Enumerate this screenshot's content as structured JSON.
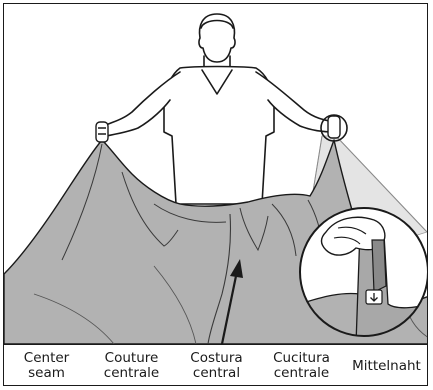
{
  "labels": {
    "en": {
      "line1": "Center",
      "line2": "seam"
    },
    "fr": {
      "line1": "Couture",
      "line2": "centrale"
    },
    "it": {
      "line1": "Costura",
      "line2": "central"
    },
    "it2": {
      "line1": "Cucitura",
      "line2": "centrale"
    },
    "de": {
      "line1": "Mittelnaht",
      "line2": ""
    }
  },
  "colors": {
    "fabric": "#b0b0b0",
    "fabric_dark": "#8f8f8f",
    "line": "#1a1a1a",
    "magnifier_beam": "#dddddd"
  },
  "icons": [
    "person-illustration",
    "fabric-sheet",
    "center-seam-arrow",
    "magnifier-inset",
    "label-tag",
    "down-arrow-icon"
  ]
}
